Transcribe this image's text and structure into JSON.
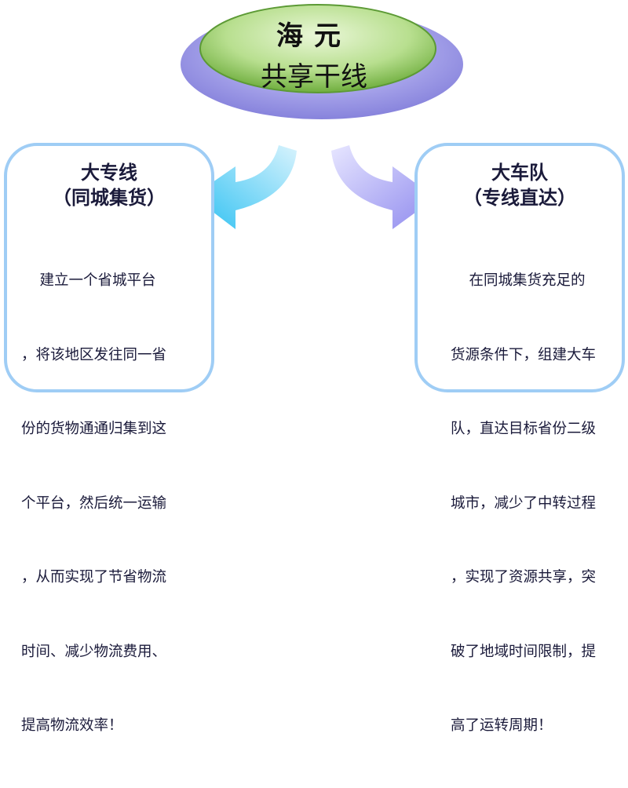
{
  "hub": {
    "line1": "海元",
    "line2": "共享干线"
  },
  "left": {
    "title": "大专线",
    "subtitle": "（同城集货）",
    "lines": [
      "    建立一个省城平台",
      "，将该地区发往同一省",
      "份的货物通通归集到这",
      "个平台，然后统一运输",
      "，从而实现了节省物流",
      "时间、减少物流费用、",
      "提高物流效率！"
    ]
  },
  "right": {
    "title": "大车队",
    "subtitle": "（专线直达）",
    "lines": [
      "    在同城集货充足的",
      "货源条件下，组建大车",
      "队，直达目标省份二级",
      "城市，减少了中转过程",
      "，实现了资源共享，突",
      "破了地域时间限制，提",
      "高了运转周期！"
    ]
  },
  "colors": {
    "left_arrow": "#3ec8f5",
    "right_arrow": "#9d99f0",
    "box_border": "#9fcdf5",
    "hub_green": "#a6d47a",
    "hub_purple": "#9b97e6"
  }
}
